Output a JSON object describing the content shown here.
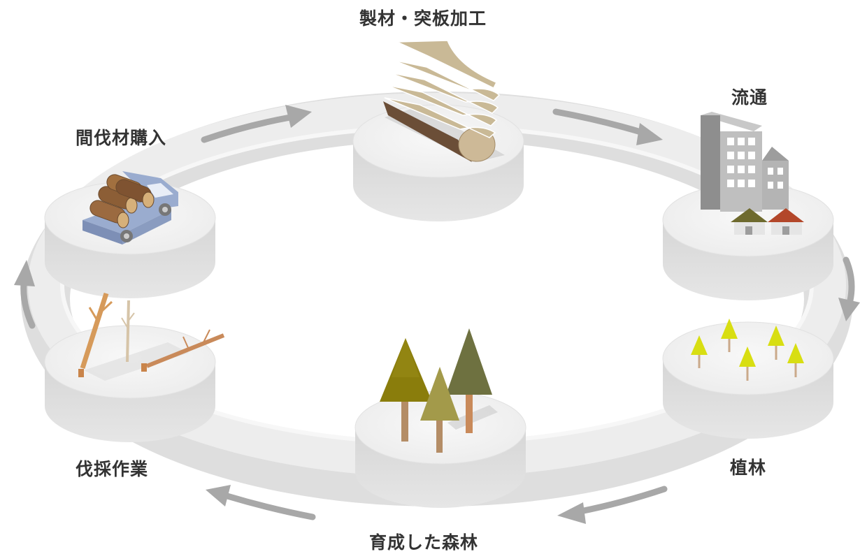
{
  "diagram": {
    "stages": {
      "sawmill": "製材・突板加工",
      "distribution": "流通",
      "planting": "植林",
      "grown_forest": "育成した森林",
      "logging": "伐採作業",
      "thinning_purchase": "間伐材購入"
    },
    "flow_direction": "clockwise",
    "colors": {
      "platform_top": "#f1f1f1",
      "platform_side": "#dcdcdc",
      "arrow": "#a8a8a8",
      "label_text": "#333333",
      "young_tree": "#d8de12",
      "tree_olive": "#8a7d0c",
      "tree_light": "#a39a4a",
      "tree_dark": "#6e7140",
      "trunk": "#b48d66",
      "veneer": "#c9b996",
      "log_dark": "#7a5a40",
      "truck": "#8a9cc0",
      "building": "#a9a9a9",
      "house_green": "#6e6a2e",
      "house_red": "#b3472a"
    },
    "icons": [
      "veneer-stack-icon",
      "city-buildings-icon",
      "young-trees-icon",
      "mature-forest-icon",
      "felled-trees-icon",
      "log-truck-icon"
    ]
  }
}
